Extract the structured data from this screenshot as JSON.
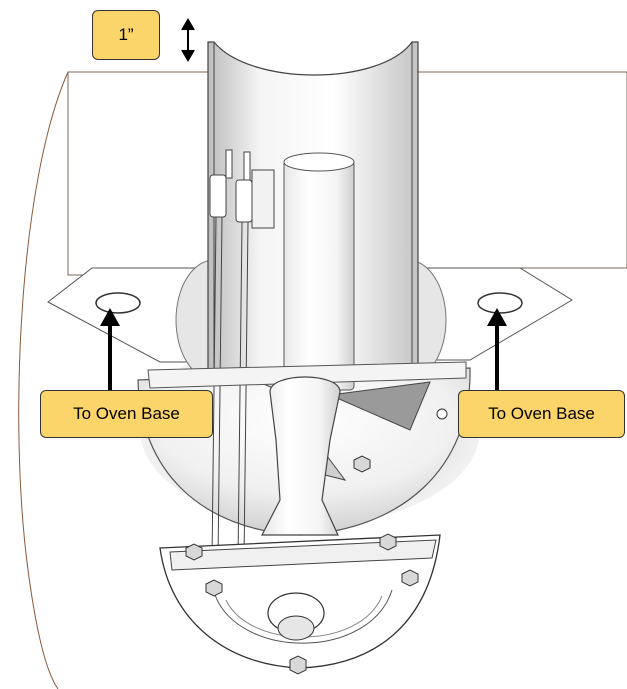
{
  "labels": {
    "dimension": "1”",
    "left_callout": "To Oven Base",
    "right_callout": "To Oven Base"
  },
  "colors": {
    "callout_fill": "#fbd46a",
    "callout_border": "#333333",
    "line": "#444444",
    "shade_dark": "#9a9a9a",
    "shade_light": "#f2f2f2",
    "curve": "#8a5a3a"
  },
  "icons": [
    "double-arrow-icon",
    "arrow-up-icon"
  ]
}
